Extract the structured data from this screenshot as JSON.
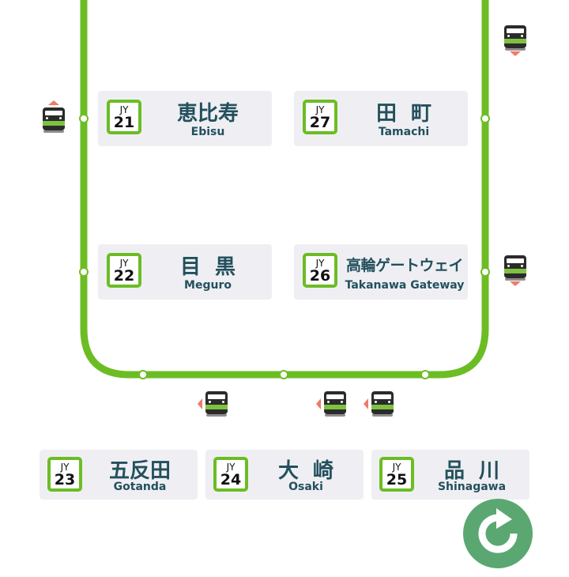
{
  "line": {
    "color": "#6cbd24",
    "code": "JY"
  },
  "stations": [
    {
      "id": "ebisu",
      "code": "JY",
      "number": "21",
      "name": "恵比寿",
      "name_en": "Ebisu"
    },
    {
      "id": "tamachi",
      "code": "JY",
      "number": "27",
      "name": "田町",
      "name_en": "Tamachi"
    },
    {
      "id": "meguro",
      "code": "JY",
      "number": "22",
      "name": "目黒",
      "name_en": "Meguro"
    },
    {
      "id": "takanawa-gateway",
      "code": "JY",
      "number": "26",
      "name": "高輪ゲートウェイ",
      "name_en": "Takanawa Gateway"
    },
    {
      "id": "gotanda",
      "code": "JY",
      "number": "23",
      "name": "五反田",
      "name_en": "Gotanda"
    },
    {
      "id": "osaki",
      "code": "JY",
      "number": "24",
      "name": "大崎",
      "name_en": "Osaki"
    },
    {
      "id": "shinagawa",
      "code": "JY",
      "number": "25",
      "name": "品川",
      "name_en": "Shinagawa"
    }
  ],
  "trains": [
    {
      "id": "train-1",
      "icon": "train-icon",
      "direction": "down"
    },
    {
      "id": "train-2",
      "icon": "train-icon",
      "direction": "up"
    },
    {
      "id": "train-3",
      "icon": "train-icon",
      "direction": "down"
    },
    {
      "id": "train-4",
      "icon": "train-icon",
      "direction": "left"
    },
    {
      "id": "train-5",
      "icon": "train-icon",
      "direction": "left"
    },
    {
      "id": "train-6",
      "icon": "train-icon",
      "direction": "left"
    }
  ],
  "controls": {
    "refresh_icon": "refresh-icon"
  },
  "colors": {
    "direction_arrow": "#ef7a68",
    "refresh_button": "#5aa772",
    "card_bg": "#efeff3",
    "text": "#23505d"
  }
}
